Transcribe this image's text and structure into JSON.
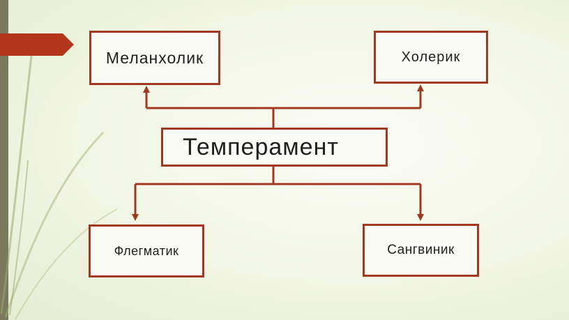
{
  "diagram": {
    "root": "Темперамент",
    "nodes": {
      "top_left": "Меланхолик",
      "top_right": "Холерик",
      "bottom_left": "Флегматик",
      "bottom_right": "Сангвиник"
    },
    "edges": [
      {
        "from": "Темперамент",
        "to": "Меланхолик"
      },
      {
        "from": "Темперамент",
        "to": "Холерик"
      },
      {
        "from": "Темперамент",
        "to": "Флегматик"
      },
      {
        "from": "Темперамент",
        "to": "Сангвиник"
      }
    ]
  },
  "colors": {
    "accent": "#a0391f",
    "background": "#f2f6e4",
    "decoration": "#7a7a5c",
    "box_fill": "#fbfcf6"
  }
}
